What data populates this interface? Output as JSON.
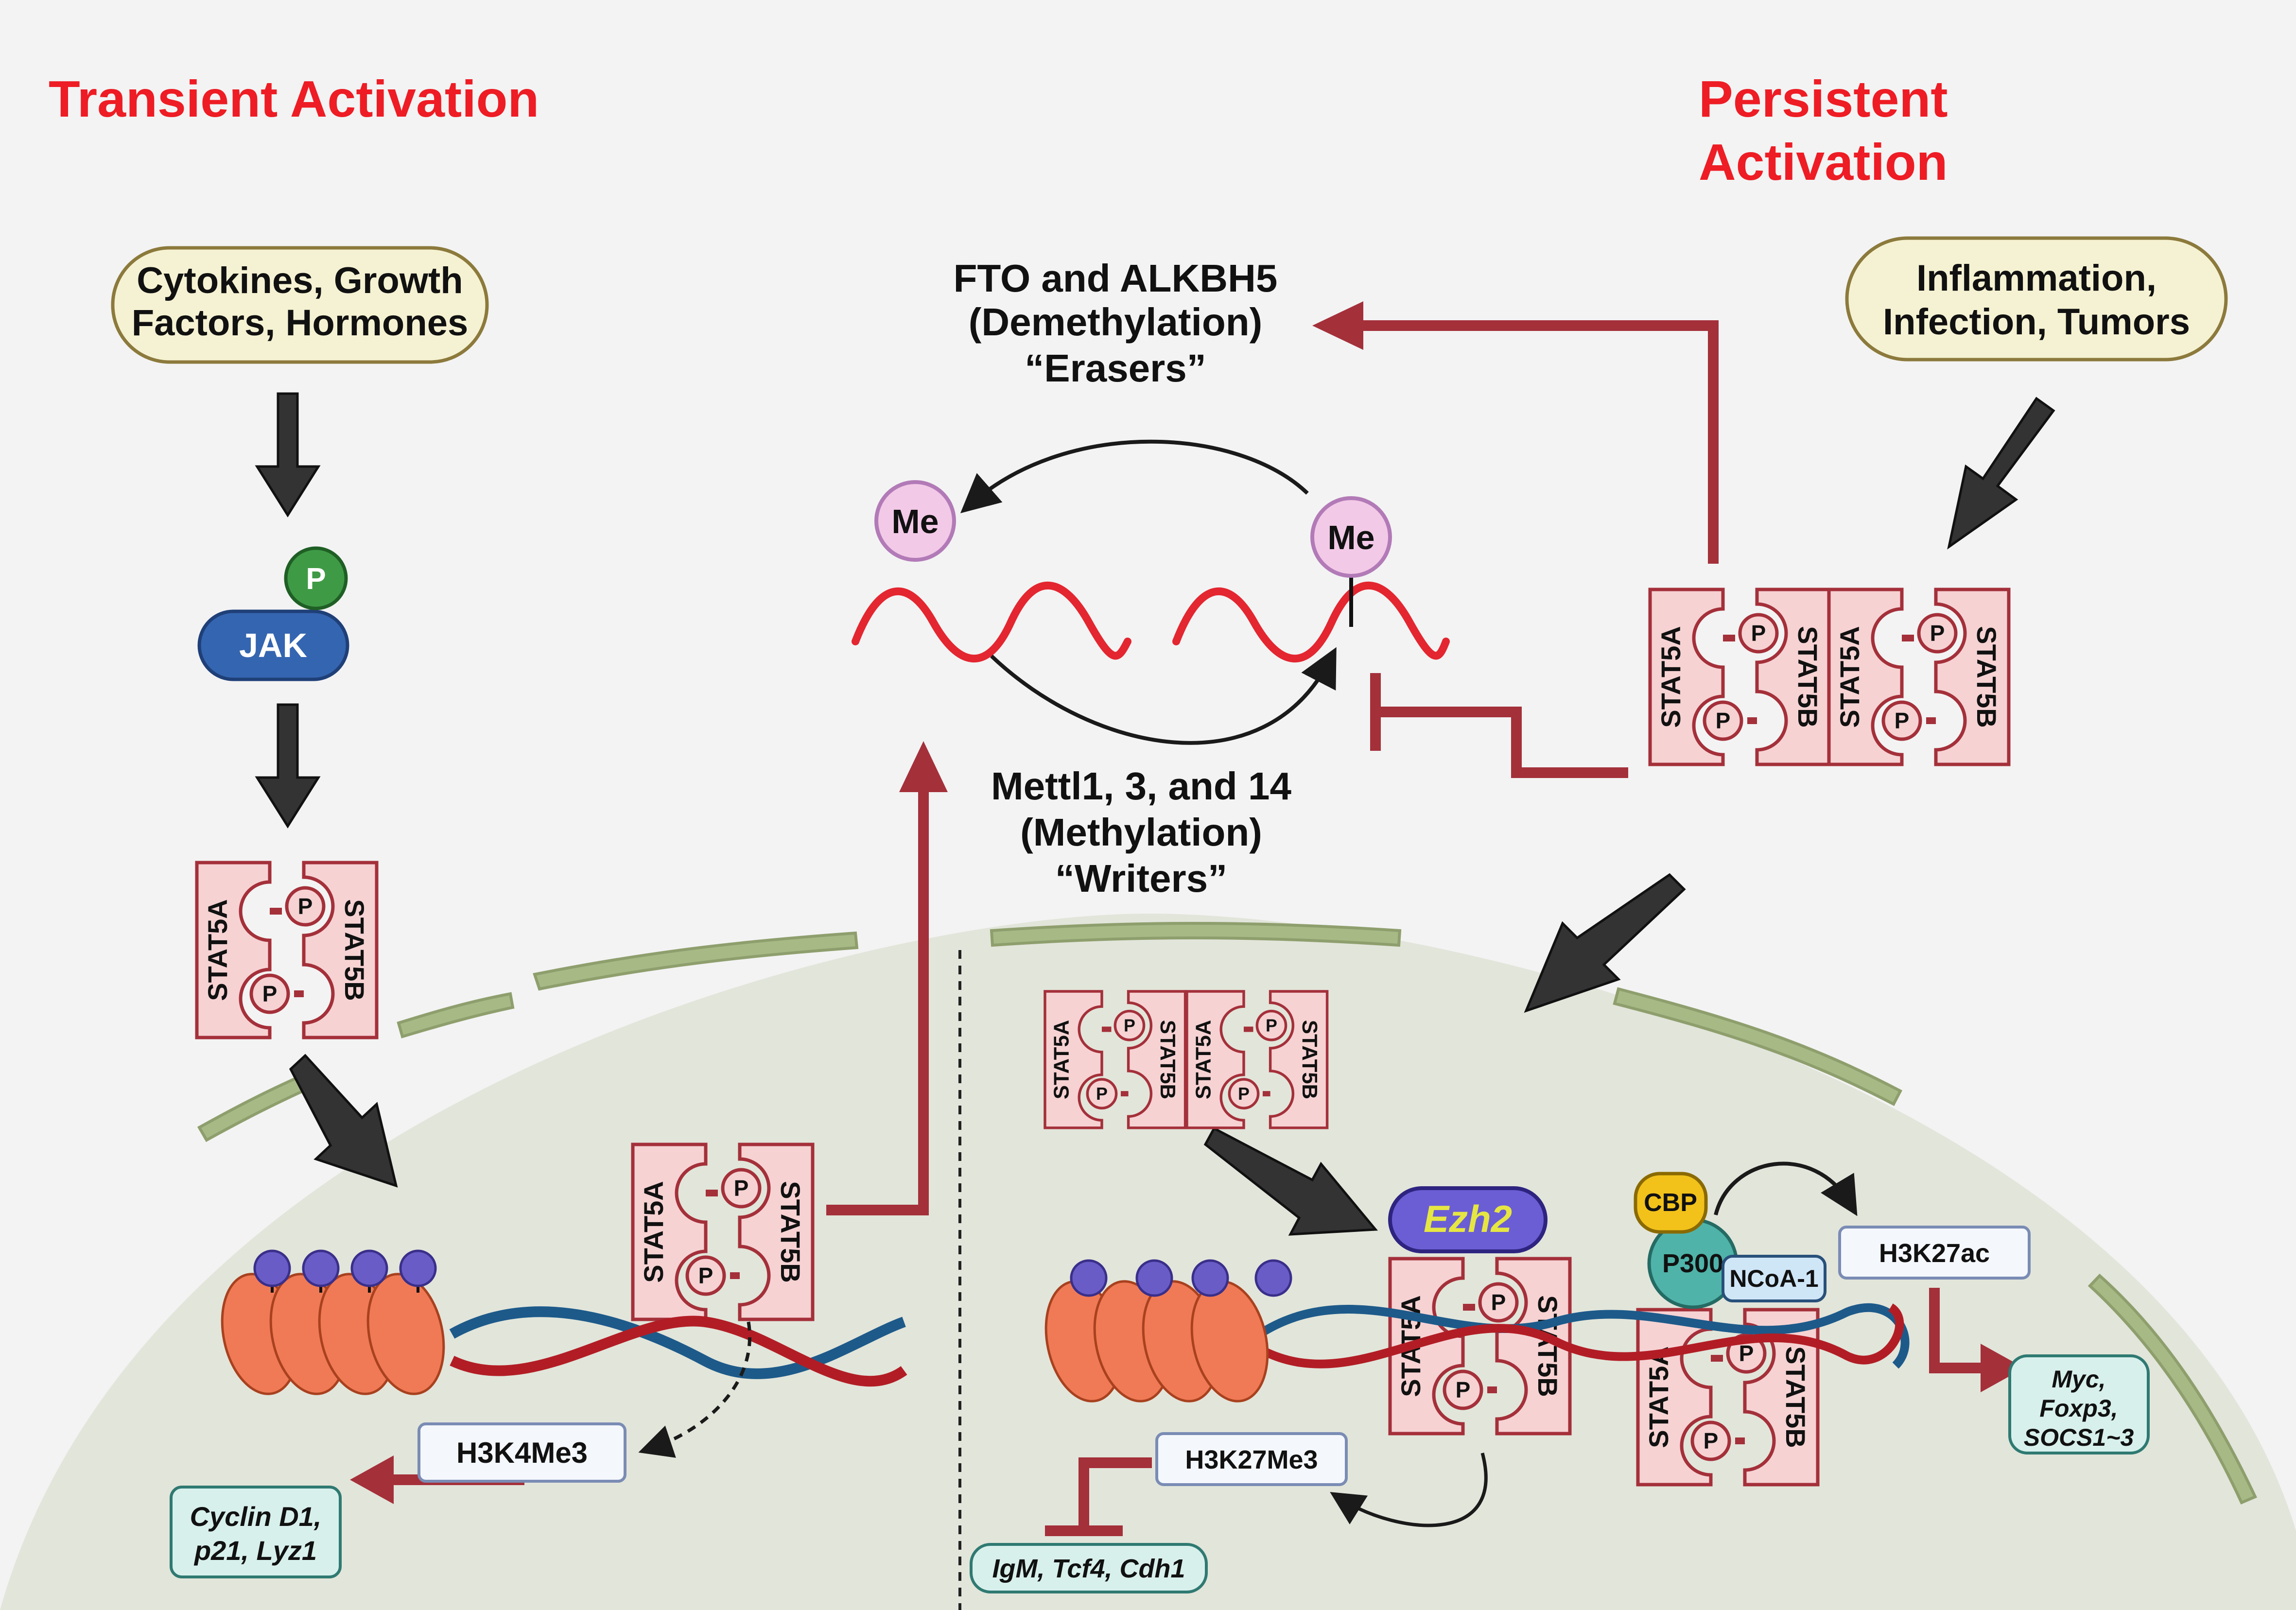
{
  "titles": {
    "transient": "Transient Activation",
    "persistent_line1": "Persistent",
    "persistent_line2": "Activation"
  },
  "inputs": {
    "left_line1": "Cytokines, Growth",
    "left_line2": "Factors, Hormones",
    "right_line1": "Inflammation,",
    "right_line2": "Infection, Tumors"
  },
  "kinase": {
    "name": "JAK",
    "phospho": "P"
  },
  "stat": {
    "a": "STAT5A",
    "b": "STAT5B",
    "p": "P"
  },
  "erasers": {
    "line1": "FTO and ALKBH5",
    "line2": "(Demethylation)",
    "line3": "“Erasers”"
  },
  "writers": {
    "line1": "Mettl1, 3, and 14",
    "line2": "(Methylation)",
    "line3": "“Writers”"
  },
  "methyl": "Me",
  "marks": {
    "h3k4me3": "H3K4Me3",
    "h3k27me3": "H3K27Me3",
    "h3k27ac": "H3K27ac"
  },
  "cofactors": {
    "ezh2": "Ezh2",
    "cbp": "CBP",
    "p300": "P300",
    "ncoa1": "NCoA-1"
  },
  "genes": {
    "left_line1": "Cyclin D1,",
    "left_line2": "p21,  Lyz1",
    "repressed": "IgM, Tcf4, Cdh1",
    "right_line1": "Myc,",
    "right_line2": "Foxp3,",
    "right_line3": "SOCS1~3"
  },
  "colors": {
    "title_red": "#ee1c24",
    "arrow_maroon": "#a4303a",
    "stat_fill": "#f6d2d3",
    "stat_stroke": "#a4303a",
    "jak_blue": "#3465b0",
    "p_green": "#3f9a45",
    "ezh2_purple": "#6b5ed4",
    "ezh2_text": "#e6e642",
    "cbp_yellow": "#f2c21b",
    "p300_teal": "#4fb3a9",
    "ncoa_blue": "#cfe6f7",
    "nucleus_fill": "#e2e5da",
    "membrane": "#a7ba86",
    "rna_red": "#e32630",
    "dna_red": "#b21d25",
    "dna_blue": "#1d5a8a",
    "nucleosome": "#f07a55",
    "histone_tail": "#6a5cc7",
    "gene_box": "#d8f0ec"
  }
}
